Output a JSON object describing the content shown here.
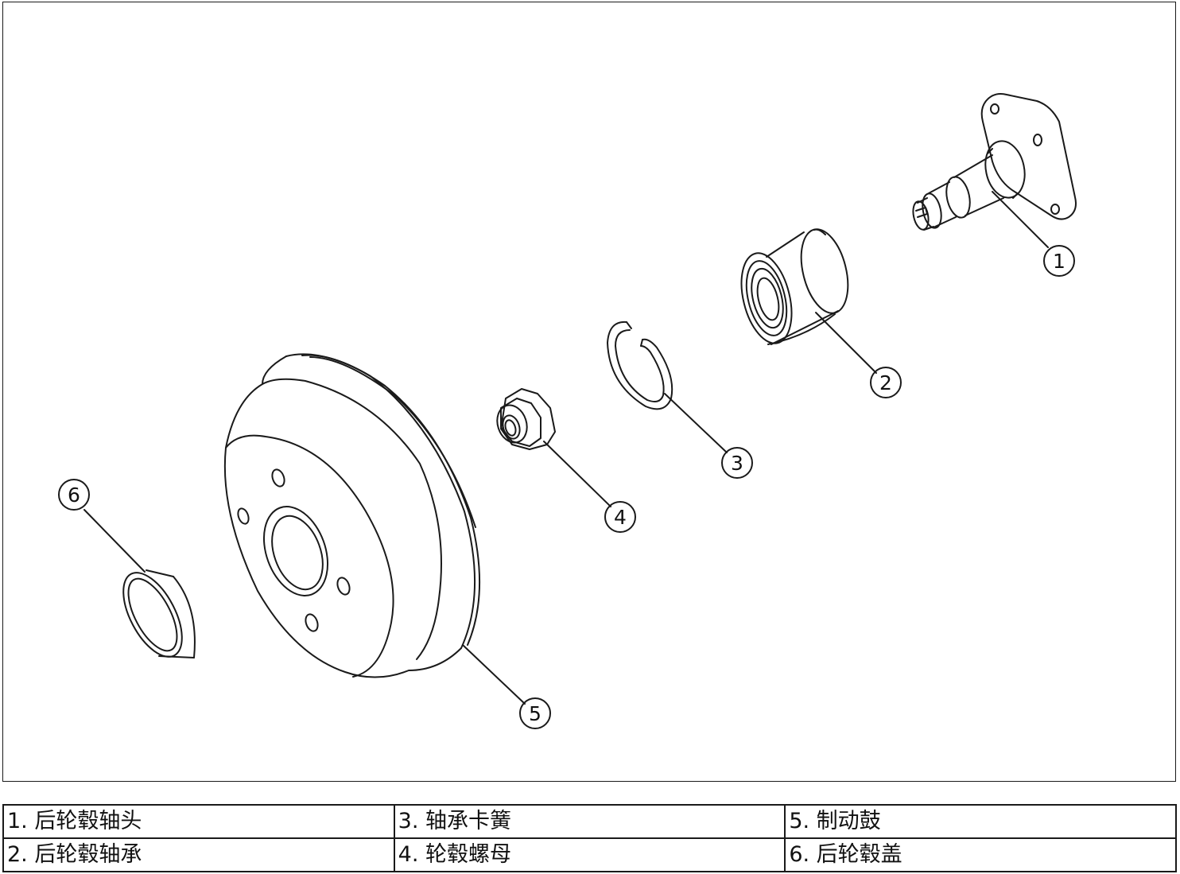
{
  "callouts": [
    {
      "number": "1"
    },
    {
      "number": "2"
    },
    {
      "number": "3"
    },
    {
      "number": "4"
    },
    {
      "number": "5"
    },
    {
      "number": "6"
    }
  ],
  "legend": {
    "rows": [
      [
        {
          "number": "1.",
          "label": "后轮毂轴头"
        },
        {
          "number": "3.",
          "label": "轴承卡簧"
        },
        {
          "number": "5.",
          "label": "制动鼓"
        }
      ],
      [
        {
          "number": "2.",
          "label": "后轮毂轴承"
        },
        {
          "number": "4.",
          "label": "轮毂螺母"
        },
        {
          "number": "6.",
          "label": "后轮毂盖"
        }
      ]
    ]
  },
  "colors": {
    "line": "#1a1a1a",
    "background": "#ffffff"
  }
}
